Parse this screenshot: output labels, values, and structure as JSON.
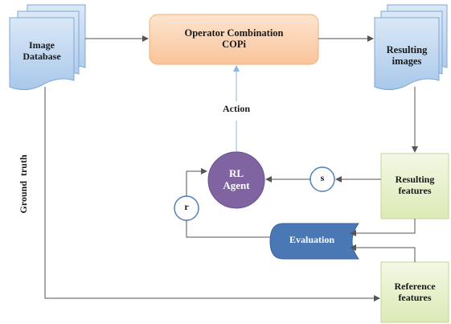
{
  "diagram": {
    "image_database": {
      "line1": "Image",
      "line2": "Database"
    },
    "operator": {
      "line1": "Operator Combination",
      "line2": "COPi"
    },
    "resulting_images": {
      "line1": "Resulting",
      "line2": "images"
    },
    "action_label": "Action",
    "rl_agent": {
      "line1": "RL",
      "line2": "Agent"
    },
    "state_label": "s",
    "reward_label": "r",
    "resulting_features": {
      "line1": "Resulting",
      "line2": "features"
    },
    "evaluation_label": "Evaluation",
    "reference_features": {
      "line1": "Reference",
      "line2": "features"
    },
    "ground_truth_label": "Ground  truth"
  },
  "colors": {
    "document_fill": "#bdd7ee",
    "document_stroke": "#4f81bd",
    "operator_fill": "#fbd5b5",
    "operator_stroke": "#f79646",
    "agent_fill": "#8064a2",
    "features_fill": "#ebf1dd",
    "features_stroke": "#9bbb59",
    "evaluation_fill": "#4f81bd",
    "arrow": "#555555"
  }
}
